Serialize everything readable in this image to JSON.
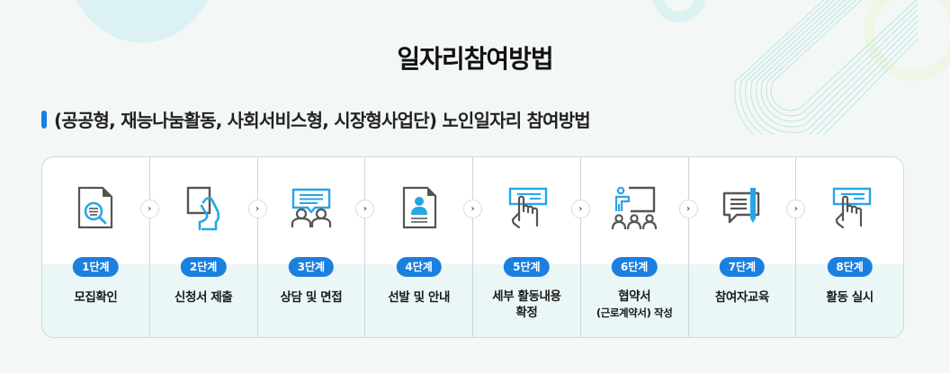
{
  "page": {
    "title": "일자리참여방법",
    "section_title": "(공공형, 재능나눔활동, 사회서비스형, 시장형사업단) 노인일자리 참여방법"
  },
  "colors": {
    "accent_blue": "#1b7fe0",
    "icon_blue": "#27a6e6",
    "icon_gray": "#555555",
    "card_lower_bg": "#eaf7f6",
    "page_bg": "#f3f8f7"
  },
  "steps": [
    {
      "badge": "1단계",
      "label": "모집확인",
      "label_sub": "",
      "icon": "document-search-icon"
    },
    {
      "badge": "2단계",
      "label": "신청서 제출",
      "label_sub": "",
      "icon": "hand-holding-paper-icon"
    },
    {
      "badge": "3단계",
      "label": "상담 및 면접",
      "label_sub": "",
      "icon": "consultation-people-icon"
    },
    {
      "badge": "4단계",
      "label": "선발 및 안내",
      "label_sub": "",
      "icon": "profile-document-icon"
    },
    {
      "badge": "5단계",
      "label": "세부 활동내용",
      "label_line2": "확정",
      "icon": "hand-pointer-screen-icon"
    },
    {
      "badge": "6단계",
      "label": "협약서",
      "label_line2": "(근로계약서) 작성",
      "icon": "presentation-audience-icon"
    },
    {
      "badge": "7단계",
      "label": "참여자교육",
      "label_sub": "",
      "icon": "speech-bubble-pen-icon"
    },
    {
      "badge": "8단계",
      "label": "활동 실시",
      "label_sub": "",
      "icon": "hand-pointer-screen-icon"
    }
  ],
  "arrow_glyph": "›"
}
